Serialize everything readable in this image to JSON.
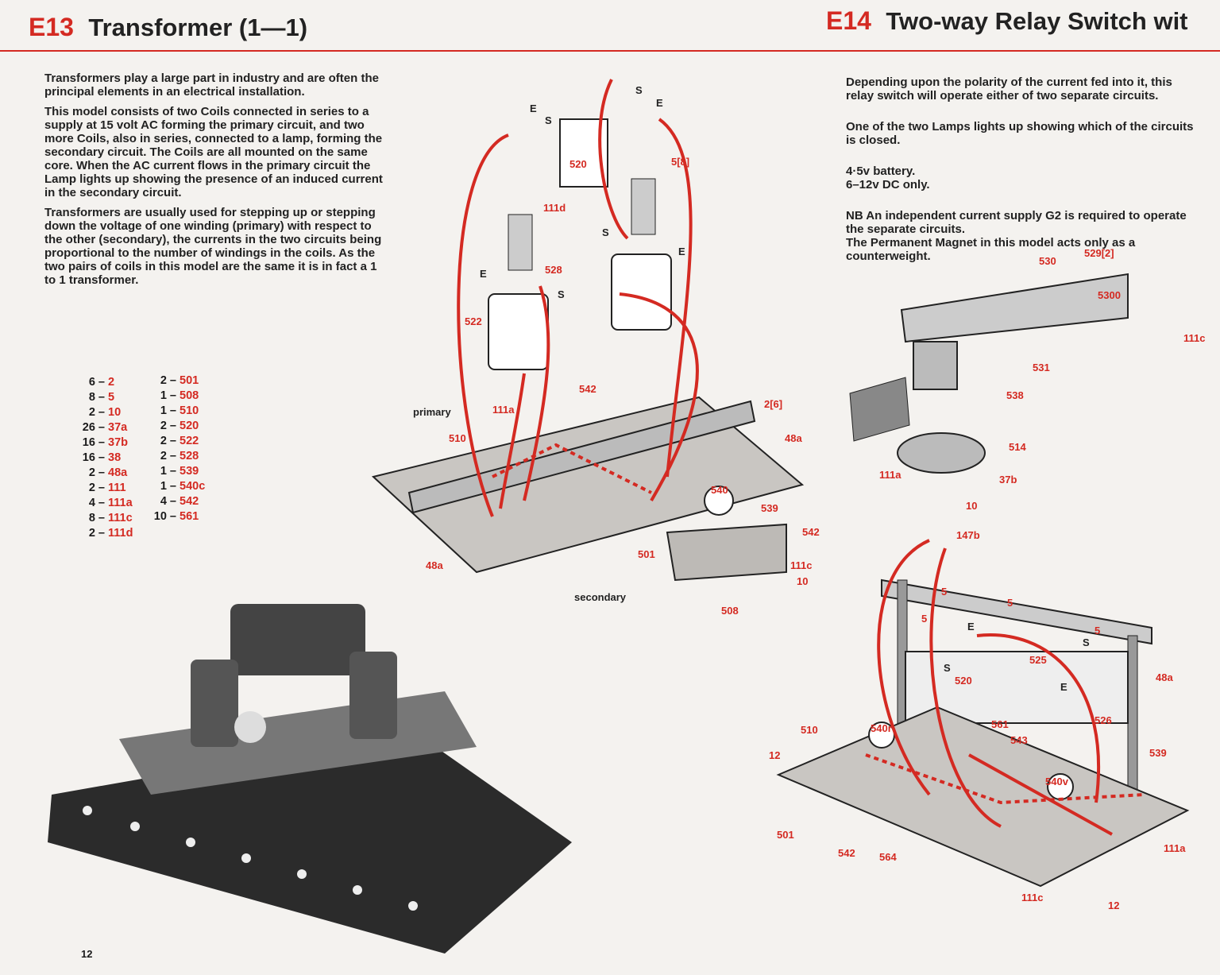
{
  "e13": {
    "code": "E13",
    "title": "Transformer (1—1)",
    "paragraphs": [
      "Transformers play a large part in industry and are often the principal elements in an electrical installation.",
      "This model consists of two Coils connected in series to a supply at 15 volt AC forming the primary circuit, and two more Coils, also in series, connected to a lamp, forming the secondary circuit. The Coils are all mounted on the same core. When the AC current flows in the primary circuit the Lamp lights up showing the presence of an induced current in the secondary circuit.",
      "Transformers are usually used for stepping up or stepping down the voltage of one winding (primary) with respect to the other (secondary), the currents in the two circuits being proportional to the number of windings in the coils. As the two pairs of coils in this model are the same it is in fact a 1 to 1 transformer."
    ],
    "parts_left": [
      [
        "6 –",
        "2"
      ],
      [
        "8 –",
        "5"
      ],
      [
        "2 –",
        "10"
      ],
      [
        "26 –",
        "37a"
      ],
      [
        "16 –",
        "37b"
      ],
      [
        "16 –",
        "38"
      ],
      [
        "2 –",
        "48a"
      ],
      [
        "2 –",
        "111"
      ],
      [
        "4 –",
        "111a"
      ],
      [
        "8 –",
        "111c"
      ],
      [
        "2 –",
        "111d"
      ]
    ],
    "parts_right": [
      [
        "2 –",
        "501"
      ],
      [
        "1 –",
        "508"
      ],
      [
        "1 –",
        "510"
      ],
      [
        "2 –",
        "520"
      ],
      [
        "2 –",
        "522"
      ],
      [
        "2 –",
        "528"
      ],
      [
        "1 –",
        "539"
      ],
      [
        "1 –",
        "540c"
      ],
      [
        "4 –",
        "542"
      ],
      [
        "10 –",
        "561"
      ]
    ],
    "labels": [
      "E",
      "S",
      "S",
      "E",
      "520",
      "5[8]",
      "111d",
      "528",
      "E",
      "S",
      "S",
      "E",
      "522",
      "542",
      "2[6]",
      "primary",
      "111a",
      "510",
      "48a",
      "540",
      "539",
      "542",
      "111c",
      "10",
      "501",
      "508",
      "48a",
      "secondary"
    ]
  },
  "e14": {
    "code": "E14",
    "title": "Two-way Relay Switch wit",
    "paragraphs": [
      "Depending upon the polarity of the current fed into it, this relay switch will operate either of two separate circuits.",
      "One of the two Lamps lights up showing which of the circuits is closed.",
      "4·5v battery.\n6–12v DC only.",
      "NB An independent current supply G2 is required to operate the separate circuits.\nThe Permanent Magnet in this model acts only as a counterweight."
    ],
    "labels": [
      "530",
      "529[2]",
      "5300",
      "111c",
      "531",
      "538",
      "514",
      "111a",
      "37b",
      "10",
      "147b",
      "5",
      "5",
      "5",
      "5",
      "E",
      "525",
      "S",
      "520",
      "S",
      "E",
      "48a",
      "526",
      "510",
      "540r",
      "561",
      "543",
      "12",
      "539",
      "540v",
      "501",
      "542",
      "564",
      "111a",
      "111c",
      "12"
    ]
  },
  "page_number": "12",
  "colors": {
    "accent": "#d42a22",
    "text": "#222222",
    "paper": "#f4f2ef"
  }
}
